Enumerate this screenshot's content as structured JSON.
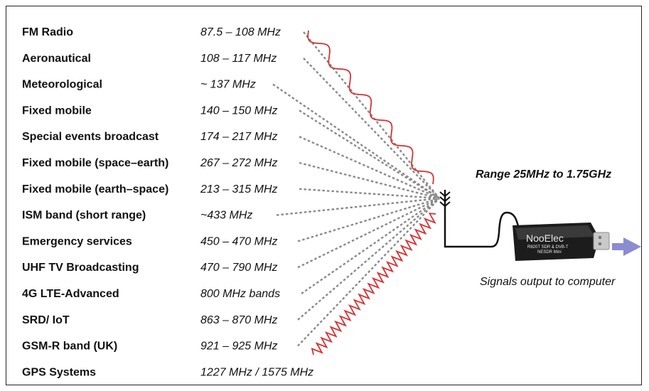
{
  "bands": [
    {
      "name": "FM Radio",
      "frequency": "87.5 – 108 MHz"
    },
    {
      "name": "Aeronautical",
      "frequency": "108 – 117 MHz"
    },
    {
      "name": "Meteorological",
      "frequency": "~ 137 MHz"
    },
    {
      "name": "Fixed mobile",
      "frequency": "140 – 150 MHz"
    },
    {
      "name": "Special events broadcast",
      "frequency": "174 – 217 MHz"
    },
    {
      "name": "Fixed mobile (space–earth)",
      "frequency": "267 – 272 MHz"
    },
    {
      "name": "Fixed mobile (earth–space)",
      "frequency": "213 – 315 MHz"
    },
    {
      "name": "ISM band (short range)",
      "frequency": "~433 MHz"
    },
    {
      "name": "Emergency services",
      "frequency": "450 – 470 MHz"
    },
    {
      "name": "UHF TV Broadcasting",
      "frequency": "470 – 790 MHz"
    },
    {
      "name": "4G LTE-Advanced",
      "frequency": "800 MHz bands"
    },
    {
      "name": "SRD/ IoT",
      "frequency": "863 – 870 MHz"
    },
    {
      "name": "GSM-R band (UK)",
      "frequency": "921 – 925 MHz"
    },
    {
      "name": "GPS Systems",
      "frequency": "1227 MHz / 1575 MHz"
    }
  ],
  "range_label": "Range 25MHz to 1.75GHz",
  "output_label": "Signals output to computer",
  "dongle": {
    "brand": "NooElec",
    "line1": "R820T SDR & DVB-T",
    "line2": "NESDR Mini"
  },
  "colors": {
    "wave": "#d83232",
    "ray": "#8a8a8a",
    "arrow": "#8c8cd0"
  }
}
